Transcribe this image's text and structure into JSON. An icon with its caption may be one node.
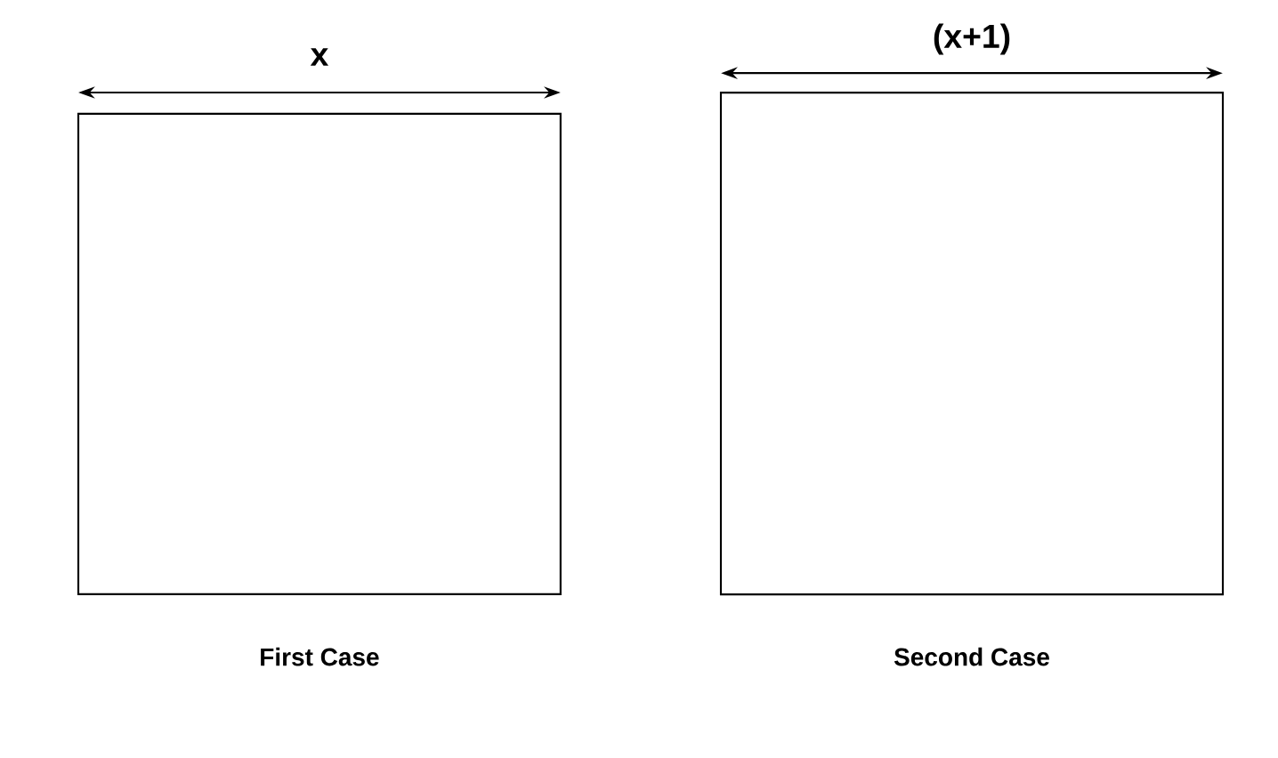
{
  "diagram": {
    "nodes": [
      {
        "text": [],
        "shape": "box",
        "beside": [
          "First Case"
        ]
      },
      {
        "text": [],
        "shape": "box",
        "beside": [
          "Second Case"
        ]
      }
    ],
    "labels": [
      "x",
      "(x+1)"
    ]
  }
}
